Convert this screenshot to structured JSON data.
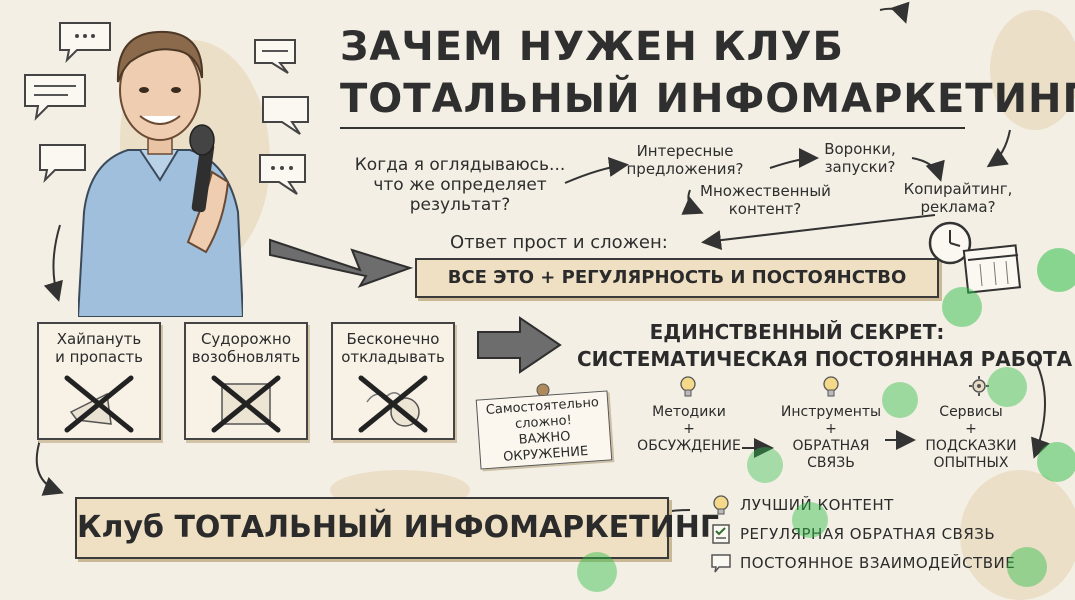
{
  "title": {
    "line1": "ЗАЧЕМ НУЖЕН КЛУБ",
    "line2": "ТОТАЛЬНЫЙ ИНФОМАРКЕТИНГ"
  },
  "question": "Когда я оглядываюсь...\nчто же определяет\nрезультат?",
  "considerations": [
    {
      "text": "Интересные\nпредложения?"
    },
    {
      "text": "Множественный\nконтент?"
    },
    {
      "text": "Воронки,\nзапуски?"
    },
    {
      "text": "Копирайтинг,\nреклама?"
    }
  ],
  "answer_intro": "Ответ прост и сложен:",
  "answer_banner": "ВСЕ ЭТО + РЕГУЛЯРНОСТЬ И ПОСТОЯНСТВО",
  "failures": [
    {
      "label": "Хайпануть\nи пропасть"
    },
    {
      "label": "Судорожно\nвозобновлять"
    },
    {
      "label": "Бесконечно\nоткладывать"
    }
  ],
  "secret": {
    "line1": "ЕДИНСТВЕННЫЙ СЕКРЕТ:",
    "line2": "СИСТЕМАТИЧЕСКАЯ ПОСТОЯННАЯ РАБОТА"
  },
  "note": "Самостоятельно\nсложно!\nВАЖНО ОКРУЖЕНИЕ",
  "pillars": [
    {
      "top": "Методики",
      "plus": "+",
      "bottom": "ОБСУЖДЕНИЕ"
    },
    {
      "top": "Инструменты",
      "plus": "+",
      "bottom": "ОБРАТНАЯ\nСВЯЗЬ"
    },
    {
      "top": "Сервисы",
      "plus": "+",
      "bottom": "ПОДСКАЗКИ\nОПЫТНЫХ"
    }
  ],
  "club_banner": "Клуб ТОТАЛЬНЫЙ ИНФОМАРКЕТИНГ",
  "benefits": [
    {
      "text": "ЛУЧШИЙ КОНТЕНТ",
      "icon": "lightbulb-icon"
    },
    {
      "text": "РЕГУЛЯРНАЯ ОБРАТНАЯ СВЯЗЬ",
      "icon": "checklist-icon"
    },
    {
      "text": "ПОСТОЯННОЕ ВЗАИМОДЕЙСТВИЕ",
      "icon": "chat-icon"
    }
  ],
  "colors": {
    "background": "#f4efe4",
    "accent_beige": "#efe0c4",
    "ink": "#2b2b2b",
    "cross": "#2a2a2a",
    "watermark_green": "#2fbf4a"
  }
}
